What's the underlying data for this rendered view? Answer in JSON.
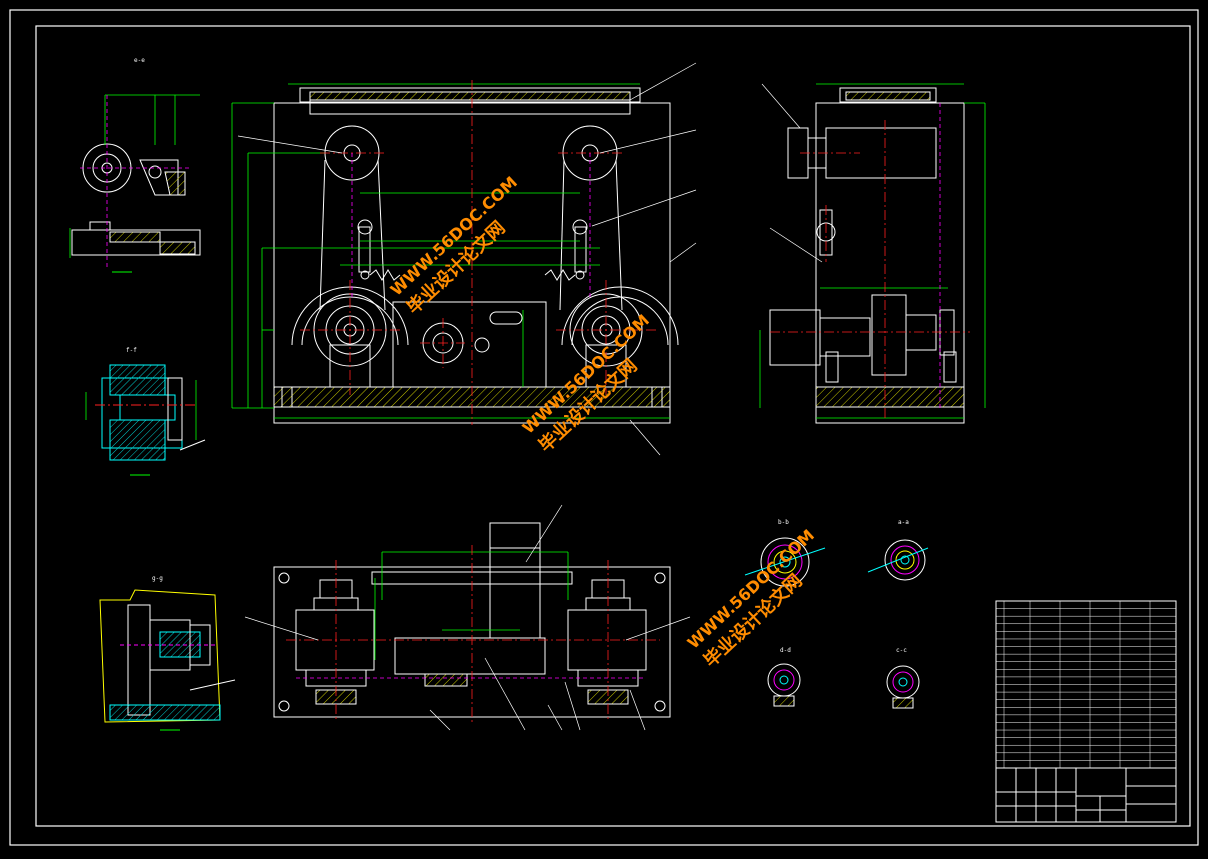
{
  "section_labels": {
    "e": "e-e",
    "f": "f-f",
    "g": "g-g",
    "b": "b-b",
    "a": "a-a",
    "d": "d-d",
    "c": "c-c"
  },
  "watermark": {
    "url": "WWW.56DOC.COM",
    "site": "毕业设计论文网"
  },
  "colors": {
    "background": "#000000",
    "outline": "#ffffff",
    "dimension": "#00ff00",
    "centerline": "#ff0000",
    "hidden": "#ff00ff",
    "hatch": "#ffff00",
    "detail": "#00ffff",
    "watermark": "#ff8c00"
  }
}
